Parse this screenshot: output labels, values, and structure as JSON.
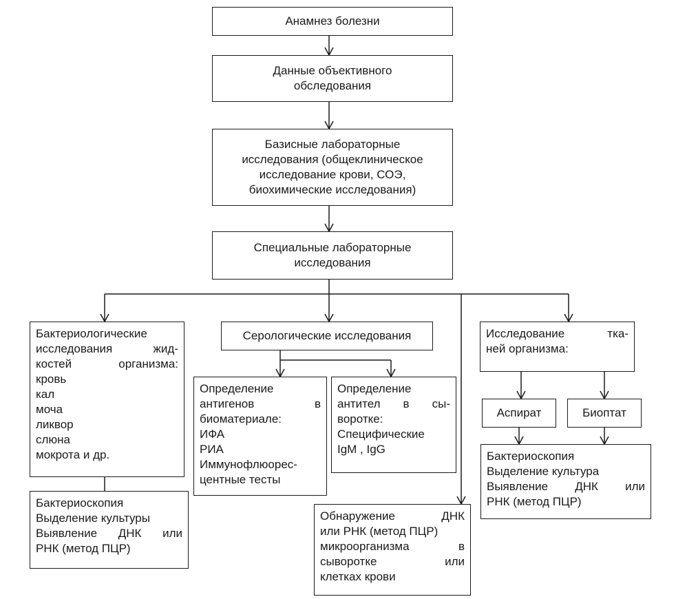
{
  "boxes": {
    "anamnesis": [
      "Анамнез болезни"
    ],
    "objective": [
      "Данные объективного",
      "обследования"
    ],
    "basic_lab": [
      "Базисные лабораторные",
      "исследования (общеклиническое",
      "исследование крови, СОЭ,",
      "биохимические исследования)"
    ],
    "special_lab": [
      "Специальные лабораторные",
      "исследования"
    ],
    "bacteriological": [
      "Бактериологические",
      "исследования жид-",
      "костей организма:",
      "кровь",
      "кал",
      "моча",
      "ликвор",
      "слюна",
      "мокрота и др."
    ],
    "bacterio_methods": [
      "Бактериоскопия",
      "Выделение культуры",
      "Выявление ДНК или",
      "РНК (метод ПЦР)"
    ],
    "serological": [
      "Серологические исследования"
    ],
    "antigens": [
      "Определение",
      "антигенов в",
      "биоматериале:",
      "ИФА",
      "РИА",
      "Иммунофлюорес-",
      "центные тесты"
    ],
    "antibodies": [
      "Определение",
      "антител в сы-",
      "воротке:",
      "Специфические",
      "IgM , IgG"
    ],
    "dna_detection": [
      "Обнаружение ДНК",
      "или РНК (метод ПЦР)",
      "микроорганизма в",
      "сыворотке или",
      "клетках крови"
    ],
    "tissue": [
      "Исследование тка-",
      "ней организма:"
    ],
    "aspirate": [
      "Аспират"
    ],
    "biopsy": [
      "Биоптат"
    ],
    "tissue_methods": [
      "Бактериоскопия",
      "Выделение культура",
      "Выявление ДНК или",
      "РНК (метод ПЦР)"
    ]
  }
}
